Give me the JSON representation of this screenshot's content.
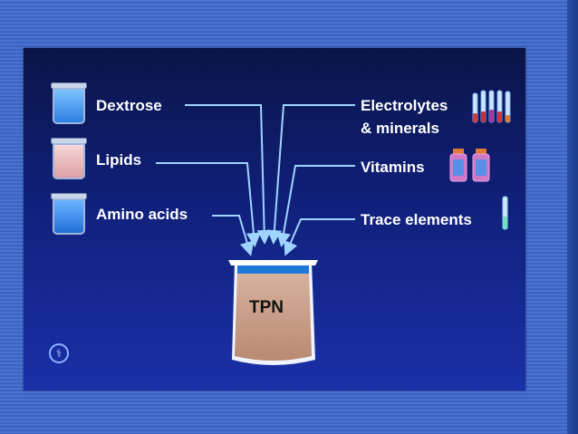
{
  "inputs_left": [
    {
      "label": "Dextrose",
      "icon": "iv-jar-blue-icon",
      "color": "#3a8fe8"
    },
    {
      "label": "Lipids",
      "icon": "iv-jar-pink-icon",
      "color": "#e8b3b8"
    },
    {
      "label": "Amino acids",
      "icon": "iv-jar-blue-icon",
      "color": "#2f7ee0"
    }
  ],
  "inputs_right": [
    {
      "label_line1": "Electrolytes",
      "label_line2": "& minerals",
      "icon": "test-tubes-icon"
    },
    {
      "label": "Vitamins",
      "icon": "vials-icon"
    },
    {
      "label": "Trace elements",
      "icon": "ampoule-icon"
    }
  ],
  "bag": {
    "label": "TPN",
    "icon": "tpn-bag-icon"
  },
  "colors": {
    "arrow": "#9fd4ff",
    "text": "#ffffff",
    "bag_fill": "#c9a08a",
    "bag_cap": "#1e78d8"
  }
}
